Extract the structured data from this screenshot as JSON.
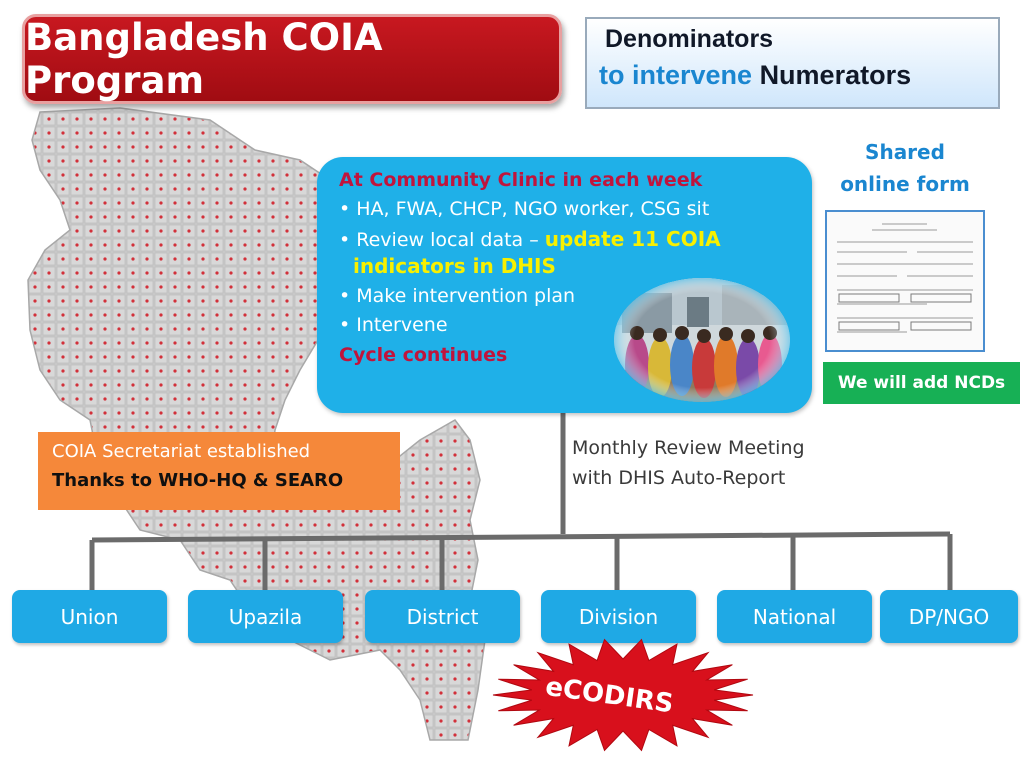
{
  "title": "Bangladesh COIA Program",
  "denominators": {
    "line1": "Denominators",
    "line2_part1": "to intervene",
    "line2_part2": "Numerators"
  },
  "clinic": {
    "heading": "At Community Clinic in each week",
    "bullet1": "HA, FWA, CHCP, NGO worker, CSG sit",
    "bullet2_prefix": "Review local data –",
    "bullet2_highlight_a": "update 11 COIA",
    "bullet2_highlight_b": "indicators in DHIS",
    "bullet3": "Make intervention plan",
    "bullet4": "Intervene",
    "footer": "Cycle continues",
    "bullet_glyph": "•"
  },
  "shared_form": {
    "label_line1": "Shared",
    "label_line2": "online form",
    "ncd_note": "We will add NCDs"
  },
  "secretariat": {
    "line1": "COIA Secretariat established",
    "line2": "Thanks to WHO-HQ & SEARO"
  },
  "meeting": {
    "line1": "Monthly Review Meeting",
    "line2": "with DHIS Auto-Report"
  },
  "levels": [
    "Union",
    "Upazila",
    "District",
    "Division",
    "National",
    "DP/NGO"
  ],
  "badge": "eCODIRS",
  "colors": {
    "title_red": "#c81820",
    "clinic_blue": "#1fb0e8",
    "level_blue": "#1fa9e5",
    "ncd_green": "#17b055",
    "secretariat_orange": "#f5883a",
    "heading_red": "#c0143c",
    "highlight_yellow": "#f8f000",
    "burst_red": "#d8101c"
  },
  "icons": [
    "bangladesh-map-graphic",
    "community-photo",
    "online-form-thumbnail",
    "starburst-badge"
  ]
}
